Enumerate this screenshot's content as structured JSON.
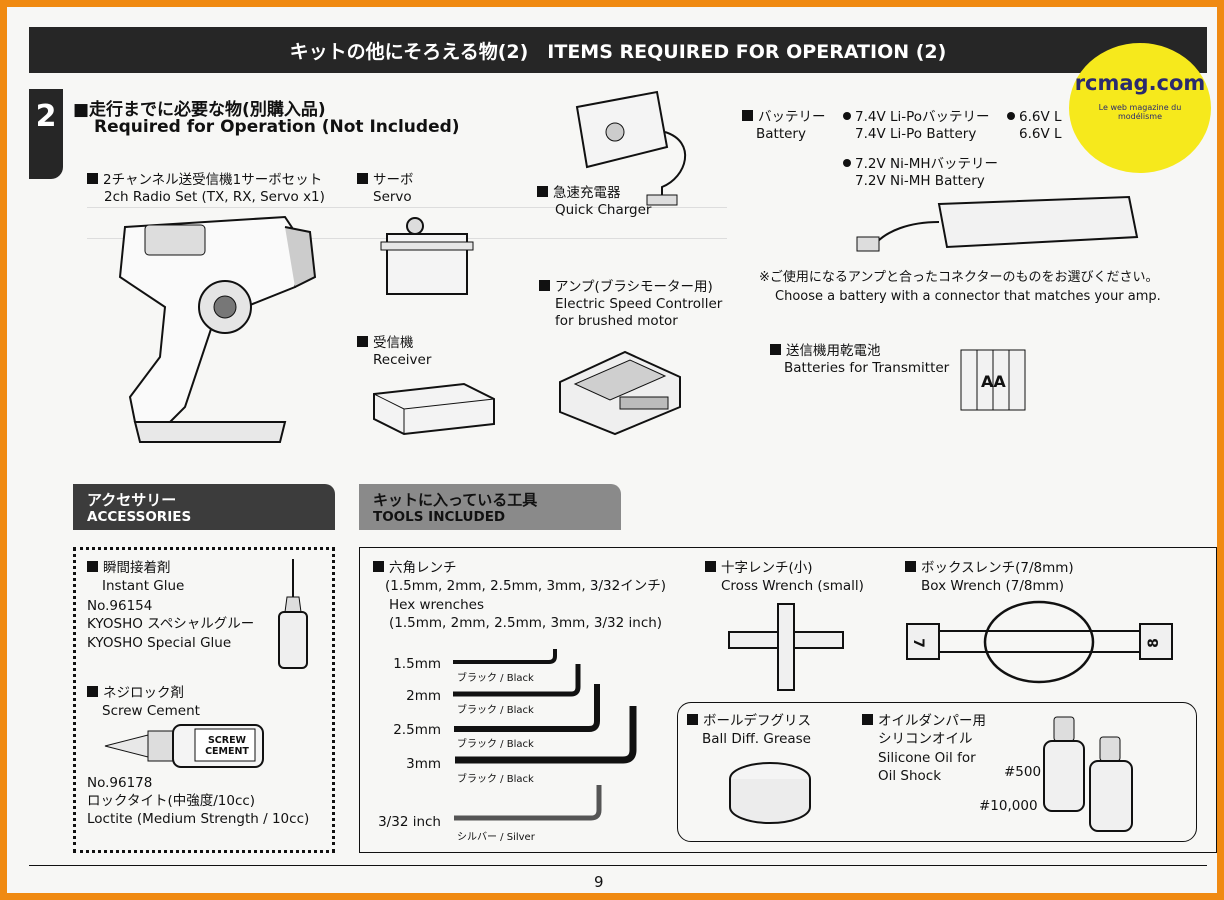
{
  "header": {
    "title": "キットの他にそろえる物(2)　ITEMS REQUIRED FOR OPERATION (2)"
  },
  "section": {
    "number": "2",
    "title_jp": "■走行までに必要な物(別購入品)",
    "title_en": "Required for Operation (Not Included)"
  },
  "items": {
    "radio": {
      "jp": "2チャンネル送受信機1サーボセット",
      "en": "2ch Radio Set (TX, RX, Servo x1)"
    },
    "servo": {
      "jp": "サーボ",
      "en": "Servo"
    },
    "charger": {
      "jp": "急速充電器",
      "en": "Quick Charger"
    },
    "esc": {
      "jp": "アンプ(ブラシモーター用)",
      "en1": "Electric Speed Controller",
      "en2": "for brushed motor"
    },
    "receiver": {
      "jp": "受信機",
      "en": "Receiver"
    },
    "battery": {
      "jp": "バッテリー",
      "en": "Battery",
      "opt1_jp": "7.4V Li-Poバッテリー",
      "opt1_en": "7.4V Li-Po Battery",
      "opt2_jp": "6.6V L",
      "opt2_en": "6.6V L",
      "opt3_jp": "7.2V Ni-MHバッテリー",
      "opt3_en": "7.2V Ni-MH Battery"
    },
    "battery_note": {
      "jp": "※ご使用になるアンプと合ったコネクターのものをお選びください。",
      "en": "Choose a battery with a connector that matches your amp."
    },
    "tx_batteries": {
      "jp": "送信機用乾電池",
      "en": "Batteries for Transmitter",
      "label": "AA"
    }
  },
  "accessories": {
    "tab_jp": "アクセサリー",
    "tab_en": "ACCESSORIES",
    "glue": {
      "jp": "瞬間接着剤",
      "en": "Instant Glue",
      "no": "No.96154",
      "name_jp": "KYOSHO スペシャルグルー",
      "name_en": "KYOSHO Special Glue"
    },
    "cement": {
      "jp": "ネジロック剤",
      "en": "Screw Cement",
      "label": "SCREW CEMENT",
      "no": "No.96178",
      "name_jp": "ロックタイト(中強度/10cc)",
      "name_en": "Loctite (Medium Strength / 10cc)"
    }
  },
  "tools": {
    "tab_jp": "キットに入っている工具",
    "tab_en": "TOOLS INCLUDED",
    "hex": {
      "jp": "六角レンチ",
      "sizes_jp": "(1.5mm, 2mm, 2.5mm, 3mm, 3/32インチ)",
      "en": "Hex wrenches",
      "sizes_en": "(1.5mm, 2mm, 2.5mm, 3mm, 3/32 inch)"
    },
    "hex_sizes": [
      {
        "size": "1.5mm",
        "color": "ブラック / Black"
      },
      {
        "size": "2mm",
        "color": "ブラック / Black"
      },
      {
        "size": "2.5mm",
        "color": "ブラック / Black"
      },
      {
        "size": "3mm",
        "color": "ブラック / Black"
      },
      {
        "size": "3/32 inch",
        "color": "シルバー / Silver"
      }
    ],
    "cross": {
      "jp": "十字レンチ(小)",
      "en": "Cross Wrench (small)"
    },
    "box": {
      "jp": "ボックスレンチ(7/8mm)",
      "en": "Box Wrench (7/8mm)",
      "n7": "7",
      "n8": "8"
    },
    "grease": {
      "jp": "ボールデフグリス",
      "en": "Ball Diff. Grease"
    },
    "oil": {
      "jp": "オイルダンパー用",
      "jp2": "シリコンオイル",
      "en1": "Silicone Oil for",
      "en2": "Oil Shock",
      "v1": "#500",
      "v2": "#10,000"
    }
  },
  "page_number": "9",
  "watermark": {
    "brand": "rcmag.com",
    "tagline": "Le web magazine du modélisme"
  }
}
